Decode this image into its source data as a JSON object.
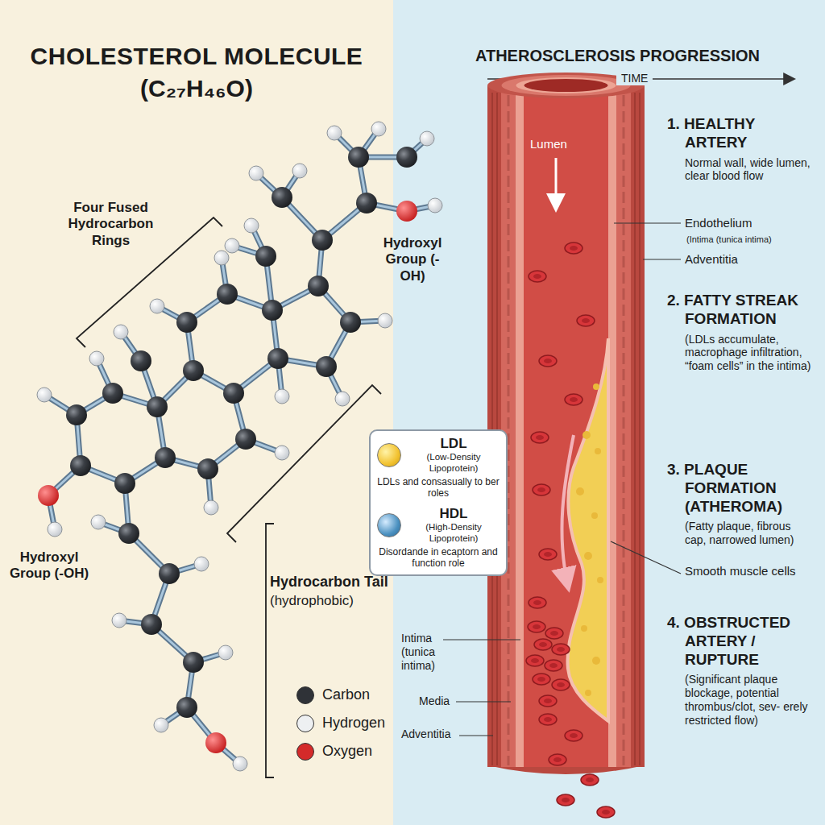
{
  "diagram": {
    "title": "CHOLESTEROL MOLECULE",
    "nodes": [
      {
        "text": [
          "LDL",
          "(Low-Density Lipoprotein)",
          "LDLs and consasually to ber roles",
          "HDL",
          "(High-Density Lipoprotein)",
          "Disordande in ecaptorn and function role"
        ]
      }
    ],
    "labels": [
      "(C₂₇H₄₆O)",
      "Four Fused Hydrocarbon Rings",
      "Hydroxyl Group (-OH)",
      "Hydroxyl Group (-OH)",
      "Hydrocarbon Tail",
      "(hydrophobic)",
      "ATHEROSCLEROSIS PROGRESSION",
      "TIME",
      "Lumen",
      "1. HEALTHY ARTERY",
      "Normal wall, wide lumen, clear blood flow",
      "Endothelium",
      "(Intima (tunica intima)",
      "Adventitia",
      "2. FATTY STREAK FORMATION",
      "(LDLs accumulate, macrophage infiltration, “foam cells” in the intima)",
      "3. PLAQUE FORMATION (ATHEROMA)",
      "(Fatty plaque, fibrous cap, narrowed lumen)",
      "Smooth muscle cells",
      "4. OBSTRUCTED ARTERY / RUPTURE",
      "(Significant plaque blockage, potential thrombus/clot, sev- erely restricted flow)",
      "Intima (tunica intima)",
      "Media",
      "Adventitia"
    ],
    "legend": [
      {
        "text": "Carbon",
        "color": "#2f3237"
      },
      {
        "text": "Hydrogen",
        "color": "#eef0f2"
      },
      {
        "text": "Oxygen",
        "color": "#d42a2a"
      }
    ]
  }
}
